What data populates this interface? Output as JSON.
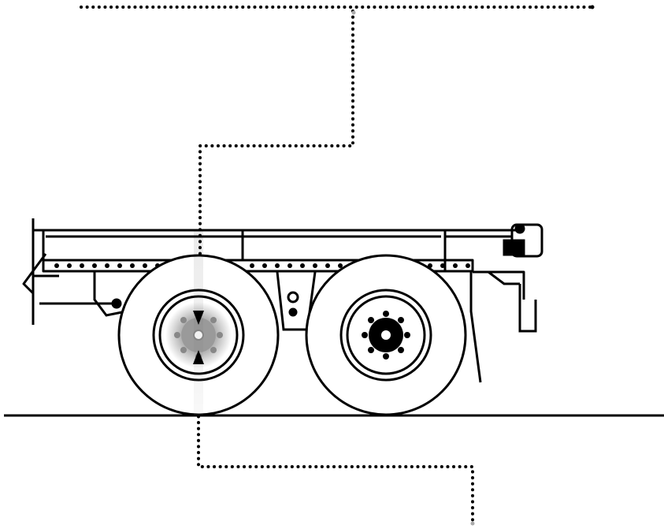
{
  "diagram": {
    "kind": "technical-line-drawing",
    "subject": "tandem-axle-trailer",
    "view": "side",
    "highlight": "front-axle-wheel-hub",
    "colors": {
      "background": "#ffffff",
      "line": "#000000",
      "leader_line": "#000000",
      "leader_fade": "#aaaaaa",
      "highlight_center": "#9a9a9a"
    },
    "icons": [
      "arrow-down-icon",
      "arrow-up-icon"
    ]
  }
}
